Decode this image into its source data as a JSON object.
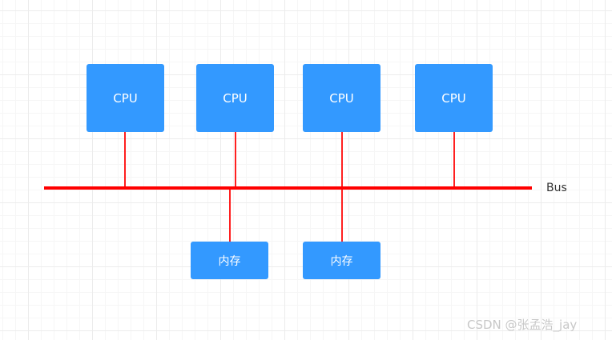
{
  "diagram": {
    "cpus": [
      {
        "label": "CPU"
      },
      {
        "label": "CPU"
      },
      {
        "label": "CPU"
      },
      {
        "label": "CPU"
      }
    ],
    "memories": [
      {
        "label": "内存"
      },
      {
        "label": "内存"
      }
    ],
    "bus": {
      "label": "Bus"
    }
  },
  "colors": {
    "box_fill": "#3399ff",
    "connector": "#ff2020",
    "bus_line": "#ff0000"
  },
  "watermark": {
    "text": "CSDN @张孟浩_jay"
  }
}
